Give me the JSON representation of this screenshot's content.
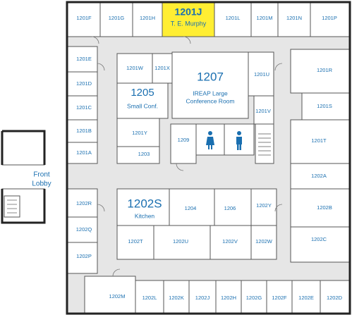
{
  "highlight_color": "#ffee33",
  "label_color": "#1a6fb0",
  "highlighted_room": {
    "number": "1201J",
    "occupant": "T. E. Murphy"
  },
  "rooms_top": [
    "1201F",
    "1201G",
    "1201H",
    "1201L",
    "1201M",
    "1201N",
    "1201P"
  ],
  "rooms_left": [
    "1201E",
    "1201D",
    "1201C",
    "1201B",
    "1201A"
  ],
  "rooms_right": [
    "1201R",
    "1201S",
    "1201T",
    "1202A",
    "1202B",
    "1202C"
  ],
  "rooms_center": {
    "w": "1201W",
    "x": "1201X",
    "u": "1201U",
    "v": "1201V",
    "y": "1201Y",
    "r1203": "1203",
    "r1209": "1209"
  },
  "conf_small": {
    "number": "1205",
    "name": "Small Conf."
  },
  "conf_large": {
    "number": "1207",
    "name_line1": "IREAP Large",
    "name_line2": "Conference Room"
  },
  "kitchen": {
    "number": "1202S",
    "name": "Kitchen"
  },
  "rooms_mid_row": [
    "1204",
    "1206",
    "1202Y"
  ],
  "rooms_lower_row": [
    "1202T",
    "1202U",
    "1202V",
    "1202W"
  ],
  "rooms_left_lower": [
    "1202R",
    "1202Q",
    "1202P"
  ],
  "rooms_bottom": [
    "1202M",
    "1202L",
    "1202K",
    "1202J",
    "1202H",
    "1202G",
    "1202F",
    "1202E",
    "1202D"
  ],
  "lobby": {
    "line1": "Front",
    "line2": "Lobby"
  },
  "restroom_icons": [
    "woman-restroom-icon",
    "man-restroom-icon"
  ]
}
